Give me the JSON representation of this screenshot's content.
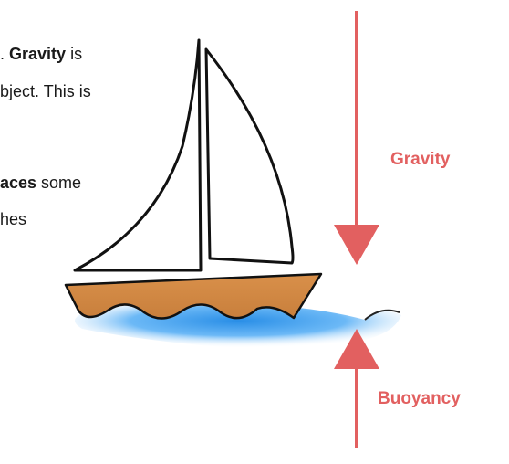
{
  "text": {
    "line1_plain": ". ",
    "line1_bold": "Gravity",
    "line1_end": " is",
    "line2": "bject. This is",
    "line3_bold": "aces",
    "line3_end": " some",
    "line4": "hes"
  },
  "forces": {
    "gravity_label": "Gravity",
    "buoyancy_label": "Buoyancy",
    "arrow_color": "#e26060"
  },
  "icons": {
    "boat": "sailboat",
    "water": "water-waves",
    "down_arrow": "gravity-arrow",
    "up_arrow": "buoyancy-arrow"
  }
}
